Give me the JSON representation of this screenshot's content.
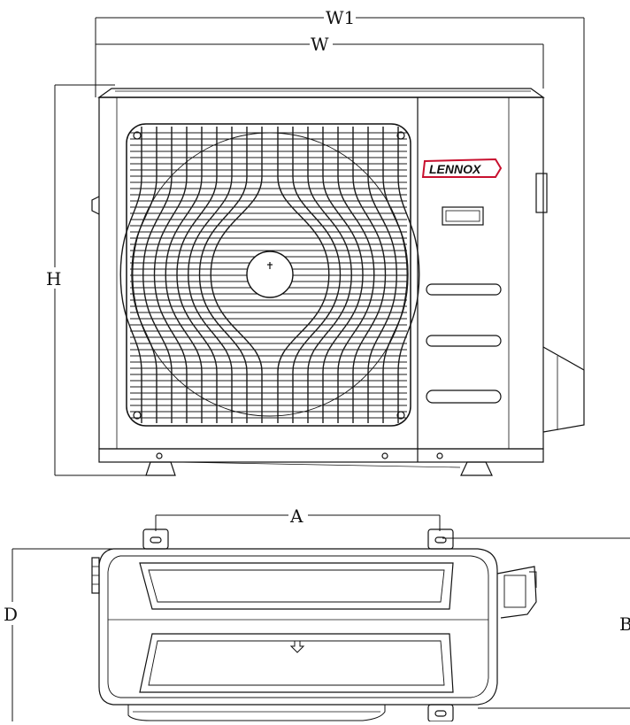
{
  "diagram": {
    "dimension_labels": {
      "w1": "W1",
      "w": "W",
      "h": "H",
      "a": "A",
      "d": "D",
      "b": "B"
    },
    "brand_logo_text": "LENNOX",
    "colors": {
      "line": "#111111",
      "brand_red": "#c8102e",
      "fan_guard": "#1a1a1a"
    }
  }
}
